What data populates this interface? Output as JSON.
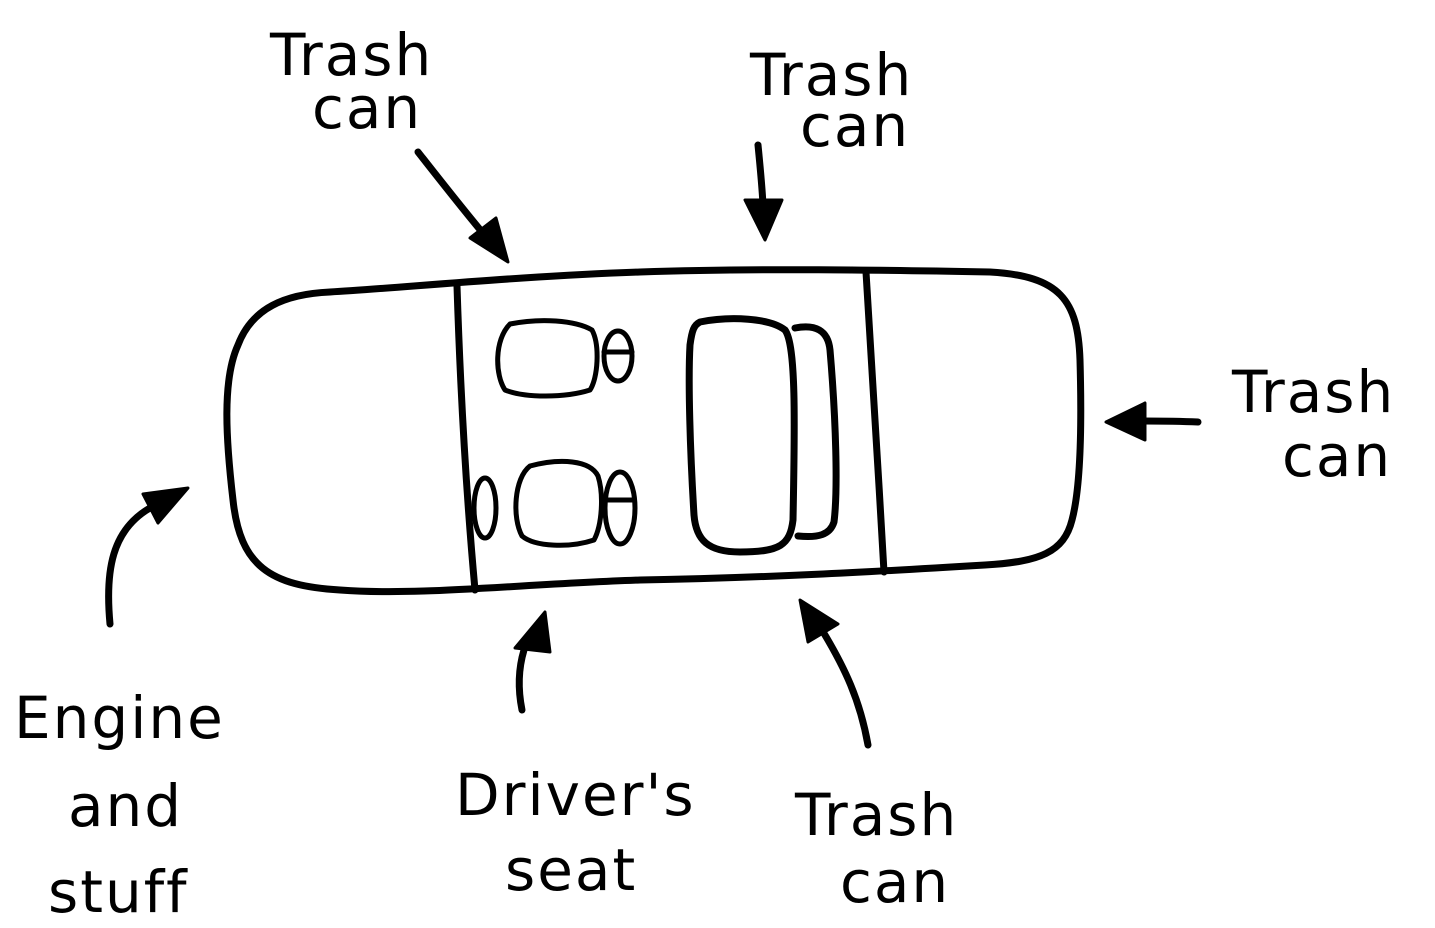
{
  "labels": {
    "trash_top_left_1": "Trash",
    "trash_top_left_2": "can",
    "trash_top_right_1": "Trash",
    "trash_top_right_2": "can",
    "trash_right_1": "Trash",
    "trash_right_2": "can",
    "trash_bottom_1": "Trash",
    "trash_bottom_2": "can",
    "engine_1": "Engine",
    "engine_2": "and",
    "engine_3": "stuff",
    "driver_1": "Driver's",
    "driver_2": "seat"
  },
  "colors": {
    "ink": "#000000",
    "paper": "#ffffff"
  }
}
